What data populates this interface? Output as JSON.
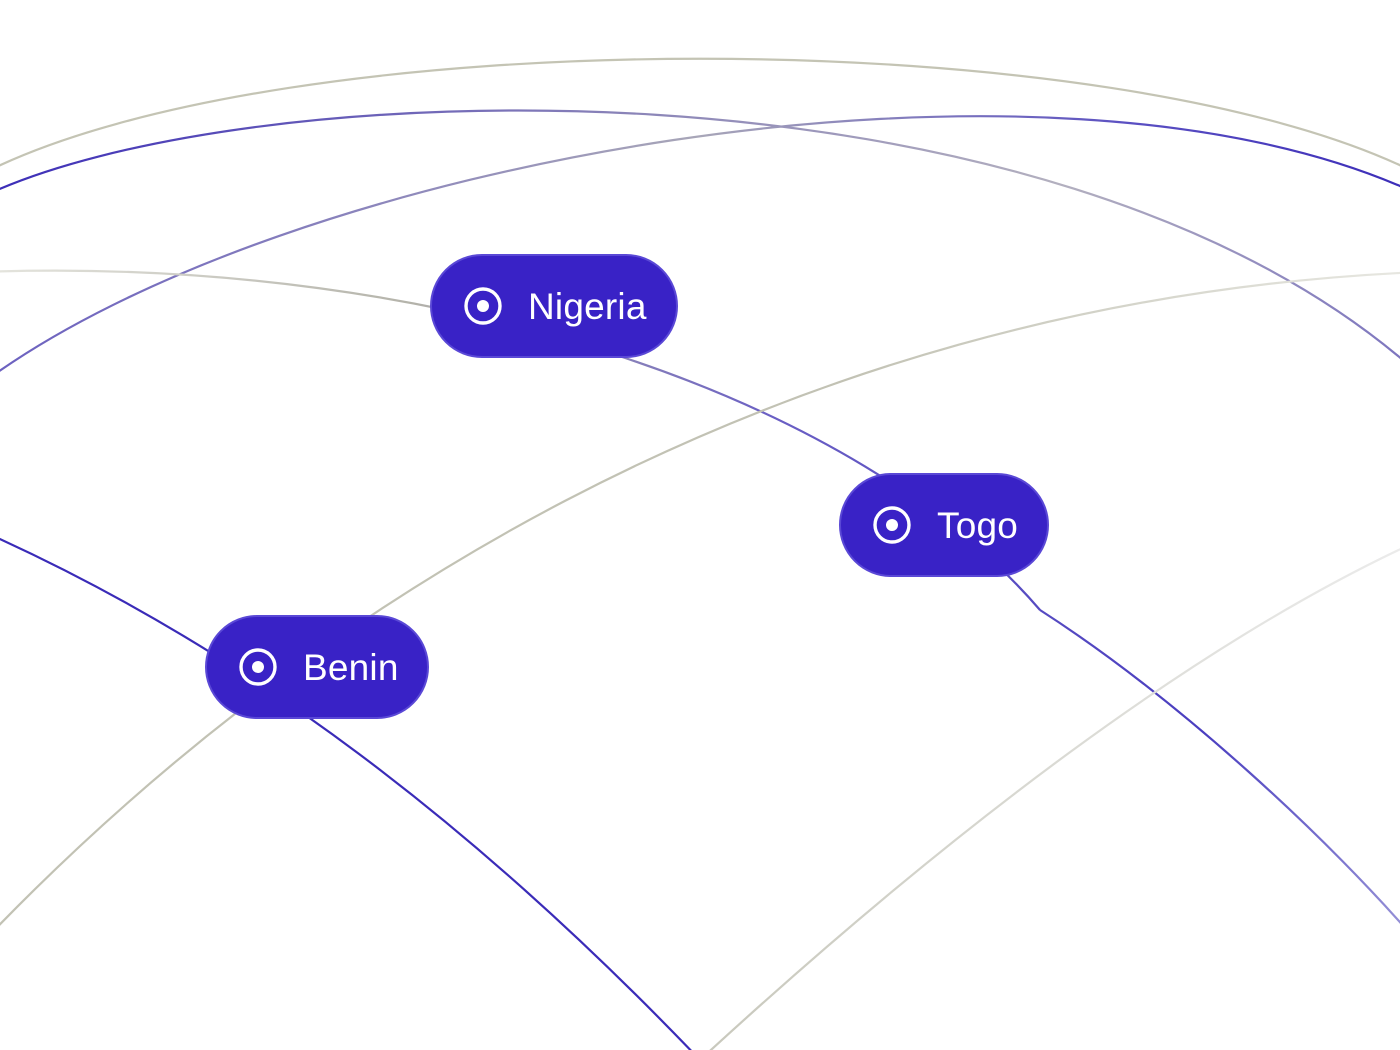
{
  "colors": {
    "background": "#ffffff",
    "pill": "#3922c6",
    "route_primary": "#3a2bb8",
    "route_muted": "#b9b9ab"
  },
  "markers": [
    {
      "id": "nigeria",
      "label": "Nigeria",
      "icon": "location-target-icon"
    },
    {
      "id": "togo",
      "label": "Togo",
      "icon": "location-target-icon"
    },
    {
      "id": "benin",
      "label": "Benin",
      "icon": "location-target-icon"
    }
  ]
}
